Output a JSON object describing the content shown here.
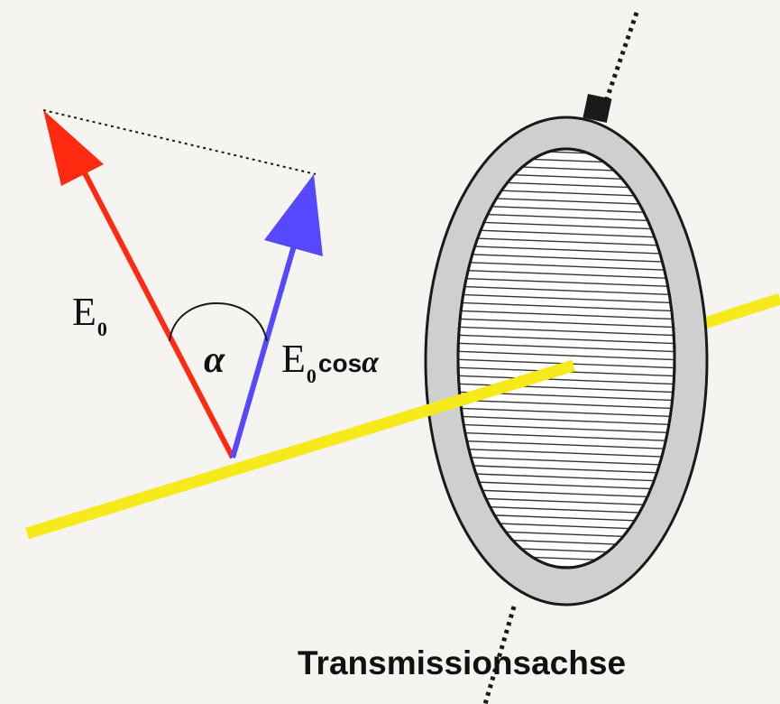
{
  "colors": {
    "background": "#f5f4f0",
    "beam": "#f6ea1a",
    "e0_vector": "#ff2a10",
    "projected_vector": "#5548ff",
    "polarizer_ring": "#cfcfcf",
    "outline": "#1a1a1a"
  },
  "labels": {
    "e0_main": "E",
    "e0_sub": "0",
    "angle": "α",
    "proj_main": "E",
    "proj_sub": "0",
    "proj_suffix": "cos",
    "proj_alpha": "α",
    "axis": "Transmissionsachse"
  },
  "icons": {
    "polarizer": "polarizer-filter-icon",
    "mount": "mount-block-icon"
  }
}
